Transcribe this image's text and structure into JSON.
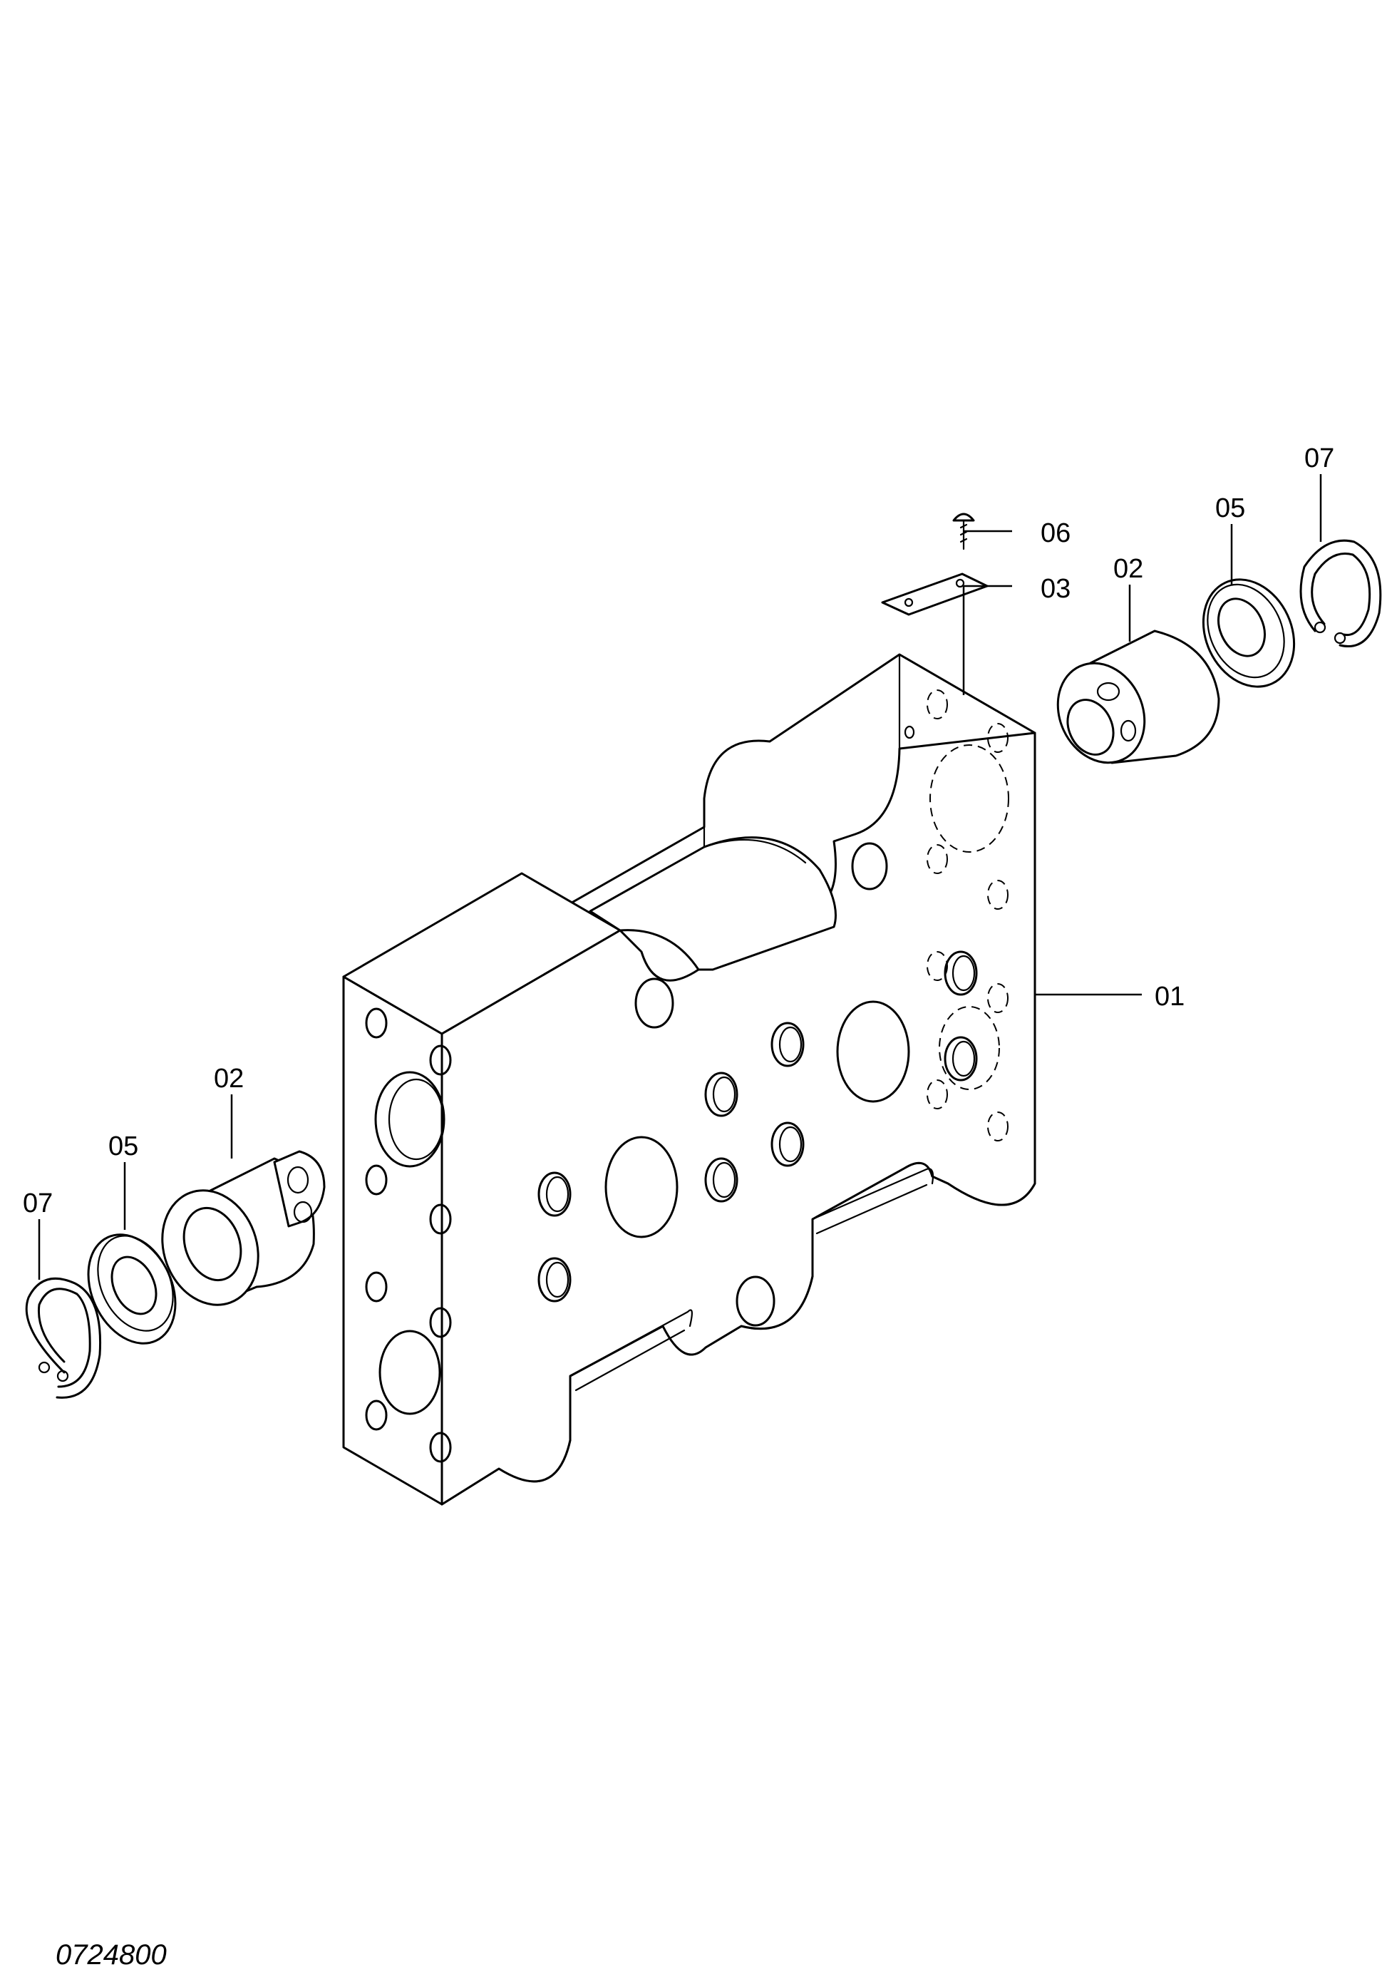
{
  "drawing_number": "0724800",
  "callouts": {
    "item_01": "01",
    "item_02_right": "02",
    "item_02_left": "02",
    "item_03": "03",
    "item_05_right": "05",
    "item_05_left": "05",
    "item_06": "06",
    "item_07_right": "07",
    "item_07_left": "07"
  }
}
